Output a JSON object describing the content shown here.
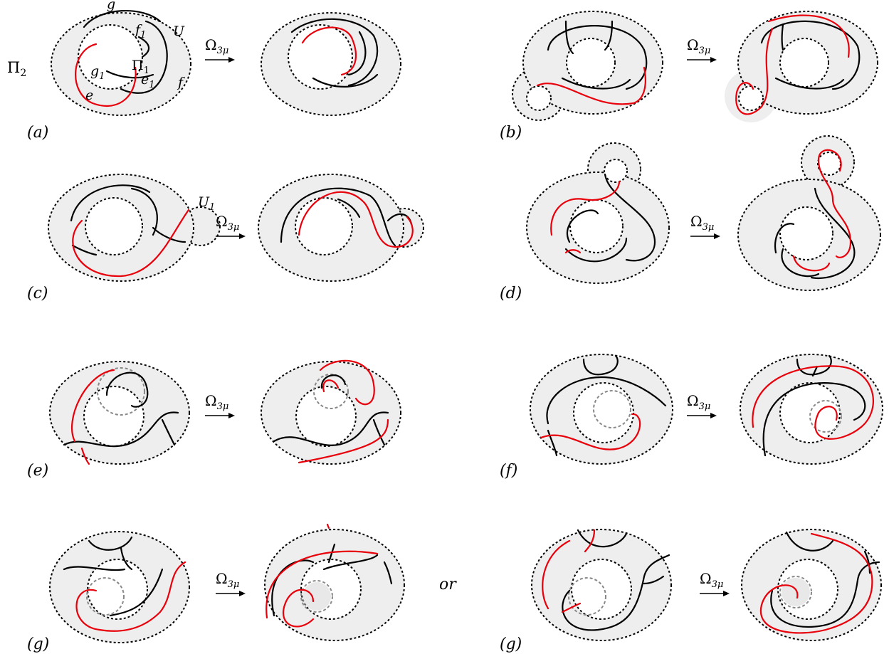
{
  "panels": {
    "a": {
      "label": "(a)"
    },
    "b": {
      "label": "(b)"
    },
    "c": {
      "label": "(c)"
    },
    "d": {
      "label": "(d)"
    },
    "e": {
      "label": "(e)"
    },
    "f": {
      "label": "(f)"
    },
    "g1": {
      "label": "(g)"
    },
    "g2": {
      "label": "(g)"
    }
  },
  "move": {
    "base": "Ω",
    "sub": "3μ"
  },
  "or_text": "or",
  "symbols": {
    "Pi2": "Π",
    "Pi2_sub": "2",
    "Pi1": "Π",
    "Pi1_sub": "1",
    "g": "g",
    "g1": "g",
    "g1_sub": "1",
    "f1": "f",
    "f1_sub": "1",
    "U": "U",
    "e": "e",
    "e1": "e",
    "e1_sub": "1",
    "f": "f",
    "U1": "U",
    "U1_sub": "1"
  },
  "colors": {
    "strand": "#000000",
    "moved_strand": "#e8000b",
    "region": "#eeeeee"
  }
}
